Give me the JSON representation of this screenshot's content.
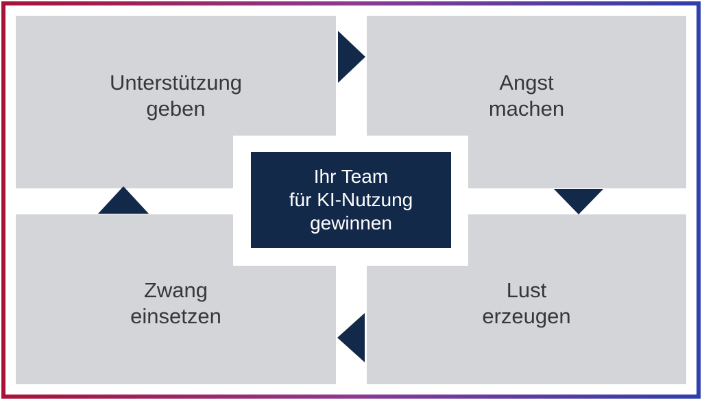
{
  "colors": {
    "background": "#ffffff",
    "quadrant_fill": "#d3d5d8",
    "quadrant_text": "#35373a",
    "center_fill": "#13294a",
    "center_text": "#ffffff",
    "arrow_fill": "#13294a",
    "border_gradient_left": "#aa1236",
    "border_gradient_mid": "#8d3a92",
    "border_gradient_right": "#2e3fae"
  },
  "diagram": {
    "type": "cycle-quadrant-diagram",
    "center": {
      "label": "Ihr Team\nfür KI-Nutzung\ngewinnen"
    },
    "quadrants": {
      "top_left": {
        "label": "Unterstützung\ngeben"
      },
      "top_right": {
        "label": "Angst\nmachen"
      },
      "bottom_left": {
        "label": "Zwang\neinsetzen"
      },
      "bottom_right": {
        "label": "Lust\nerzeugen"
      }
    },
    "arrows": [
      {
        "icon": "arrow-right-icon",
        "direction": "right",
        "position": "top-gap"
      },
      {
        "icon": "arrow-down-icon",
        "direction": "down",
        "position": "right-gap"
      },
      {
        "icon": "arrow-left-icon",
        "direction": "left",
        "position": "bottom-gap"
      },
      {
        "icon": "arrow-up-icon",
        "direction": "up",
        "position": "left-gap"
      }
    ]
  }
}
